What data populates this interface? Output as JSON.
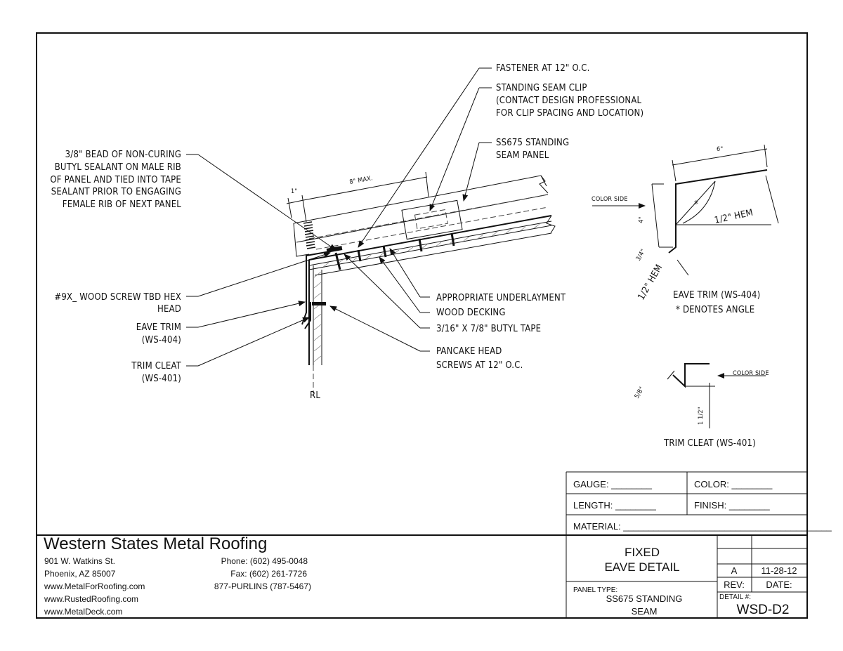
{
  "callouts": {
    "fastener": "FASTENER AT 12\" O.C.",
    "clip": [
      "STANDING SEAM CLIP",
      "(CONTACT DESIGN PROFESSIONAL",
      "FOR CLIP SPACING AND LOCATION)"
    ],
    "panel": [
      "SS675 STANDING",
      "SEAM PANEL"
    ],
    "sealant": [
      "3/8\" BEAD OF NON-CURING",
      "BUTYL SEALANT ON MALE RIB",
      "OF PANEL AND TIED INTO TAPE",
      "SEALANT PRIOR TO ENGAGING",
      "FEMALE RIB OF NEXT PANEL"
    ],
    "wood_screw": [
      "#9X_ WOOD SCREW TBD HEX",
      "HEAD"
    ],
    "eave_trim": [
      "EAVE TRIM",
      "(WS-404)"
    ],
    "trim_cleat": [
      "TRIM CLEAT",
      "(WS-401)"
    ],
    "underlayment": "APPROPRIATE UNDERLAYMENT",
    "decking": "WOOD DECKING",
    "butyl_tape": "3/16\" X 7/8\" BUTYL TAPE",
    "pancake": [
      "PANCAKE HEAD",
      "SCREWS AT 12\" O.C."
    ],
    "centerline": "RL"
  },
  "dimensions": {
    "one_inch": "1\"",
    "eight_max": "8\" MAX."
  },
  "eave_trim_detail": {
    "six": "6\"",
    "four": "4\"",
    "three_quarter": "3/4\"",
    "half_hem_top": "1/2\" HEM",
    "half_hem_bottom": "1/2\" HEM",
    "color_side": "COLOR SIDE",
    "angle": "*",
    "title": "EAVE TRIM (WS-404)",
    "note": "* DENOTES ANGLE"
  },
  "trim_cleat_detail": {
    "five_eighth": "5/8\"",
    "one_half": "1 1/2\"",
    "color_side": "COLOR SIDE",
    "title": "TRIM CLEAT (WS-401)"
  },
  "fields": {
    "gauge": "GAUGE: ________",
    "color": "COLOR: ________",
    "length": "LENGTH: ________",
    "finish": "FINISH: ________",
    "material": "MATERIAL: _________________________________________"
  },
  "company": {
    "name": "Western States Metal Roofing",
    "address1": "901 W. Watkins St.",
    "address2": "Phoenix, AZ 85007",
    "web1": "www.MetalForRoofing.com",
    "web2": "www.RustedRoofing.com",
    "web3": "www.MetalDeck.com",
    "phone": "Phone: (602) 495-0048",
    "fax": "Fax: (602) 261-7726",
    "tollfree": "877-PURLINS (787-5467)"
  },
  "title_block": {
    "title1": "FIXED",
    "title2": "EAVE DETAIL",
    "panel_type_label": "PANEL TYPE:",
    "panel_type1": "SS675 STANDING",
    "panel_type2": "SEAM",
    "rev_value": "A",
    "date_value": "11-28-12",
    "rev_label": "REV:",
    "date_label": "DATE:",
    "detail_label": "DETAIL #:",
    "detail_value": "WSD-D2"
  }
}
